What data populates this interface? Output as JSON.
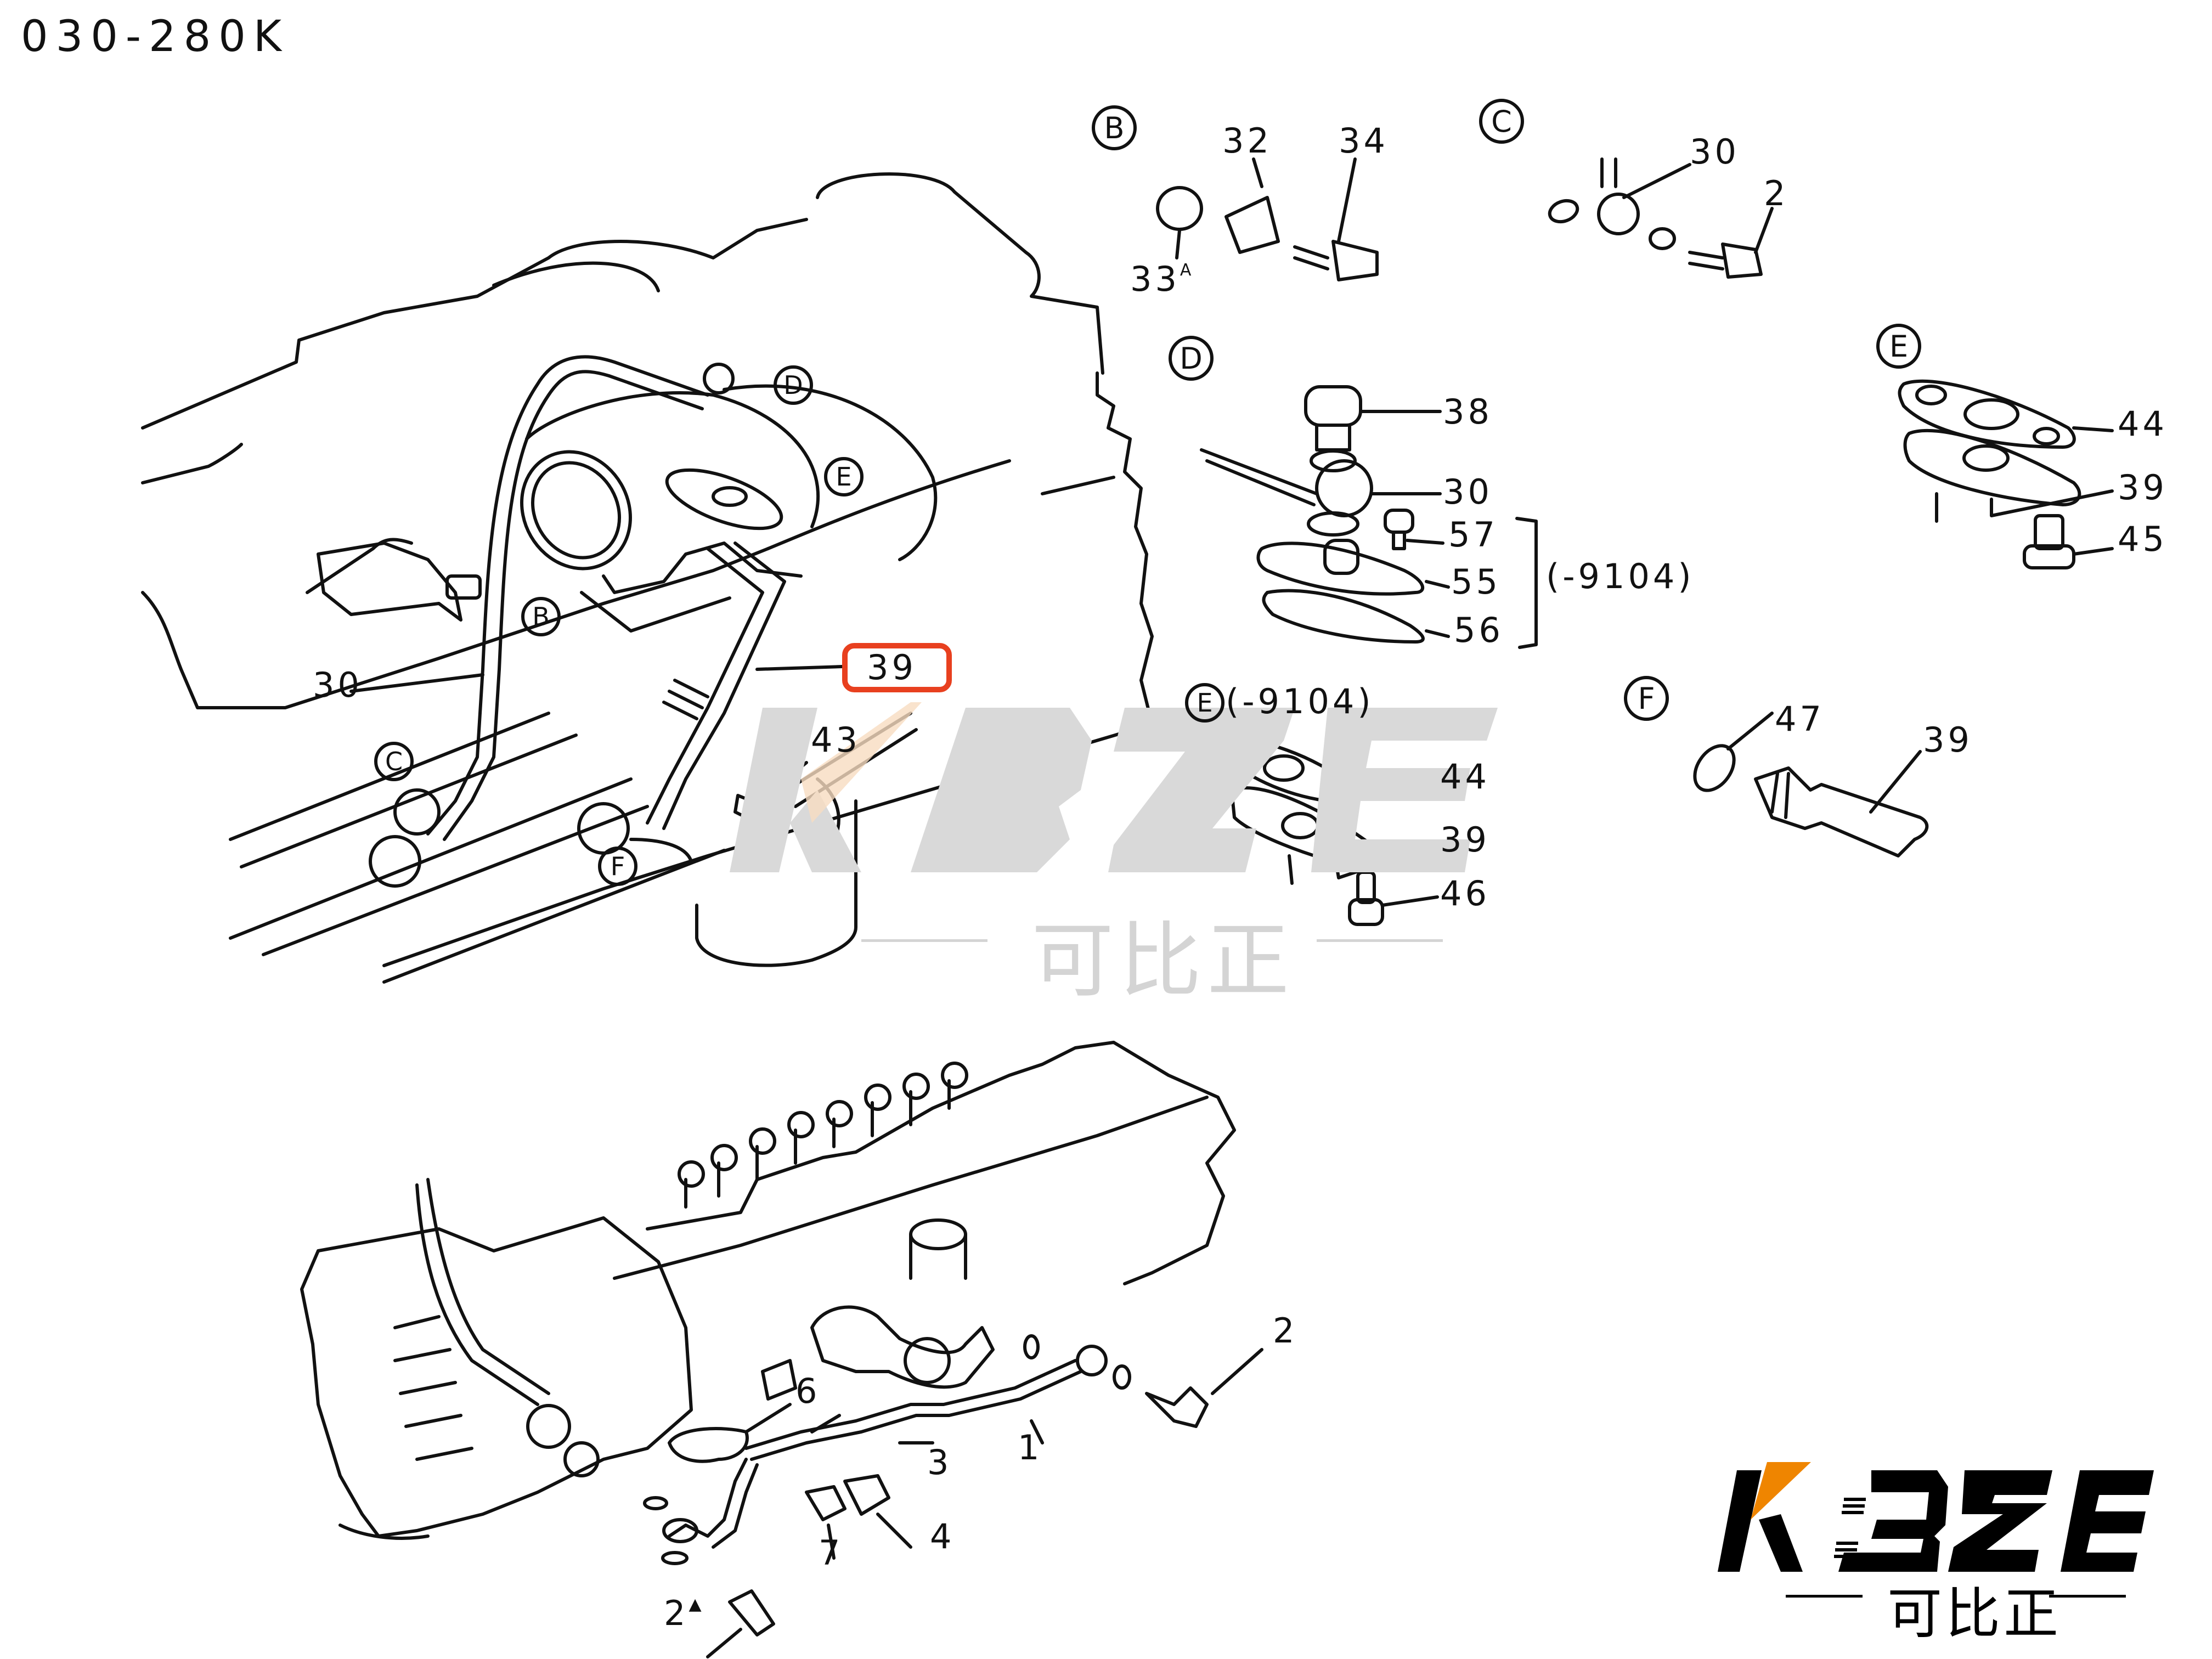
{
  "document": {
    "title": "030-280K",
    "highlight_color": "#e8401f",
    "highlighted_part": "39"
  },
  "engine_view": {
    "callouts": {
      "D": "D",
      "E": "E",
      "B": "B",
      "C": "C",
      "F": "F"
    },
    "labels": {
      "part_30": "30",
      "part_39": "39",
      "part_43": "43"
    }
  },
  "detail_B": {
    "marker": "B",
    "labels": {
      "p32": "32",
      "p34": "34",
      "p33a": "33",
      "p33a_suffix": "A"
    }
  },
  "detail_C": {
    "marker": "C",
    "labels": {
      "p30": "30",
      "p2": "2"
    }
  },
  "detail_D": {
    "marker": "D",
    "labels": {
      "p38": "38",
      "p30": "30",
      "p57": "57",
      "p55": "55",
      "p56": "56"
    },
    "bracket_note": "(-9104)"
  },
  "detail_E": {
    "marker": "E",
    "labels": {
      "p44": "44",
      "p39": "39",
      "p45": "45"
    }
  },
  "detail_E_old": {
    "marker": "E",
    "note": "(-9104)",
    "labels": {
      "p44": "44",
      "p39": "39",
      "p46": "46"
    }
  },
  "detail_F": {
    "marker": "F",
    "labels": {
      "p47": "47",
      "p39": "39"
    }
  },
  "pump_view": {
    "labels": {
      "p2": "2",
      "p6": "6",
      "p1": "1",
      "p3": "3",
      "p4": "4",
      "p7": "7",
      "p2a": "2",
      "p2a_suffix": "▲"
    }
  },
  "watermark": {
    "text": "KBZE",
    "subtitle": "可比正"
  },
  "logo": {
    "text": "KBZE",
    "subtitle": "可比正",
    "accent_color": "#ef8500"
  }
}
